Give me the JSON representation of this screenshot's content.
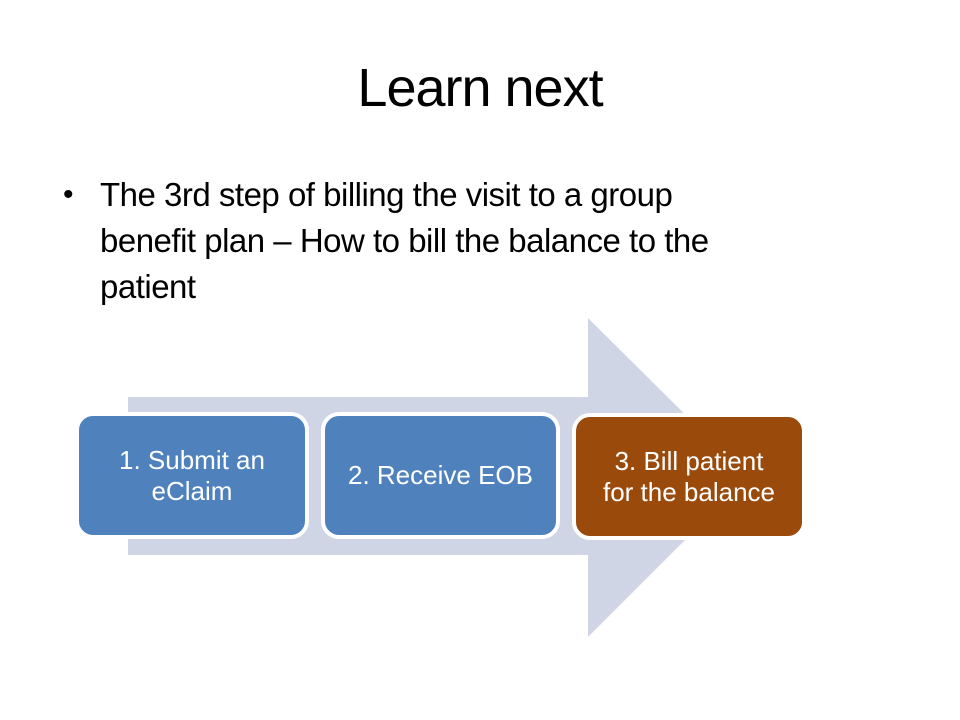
{
  "slide": {
    "background_color": "#FFFFFF",
    "title": "Learn next",
    "bullet": {
      "marker": "•",
      "text": "The 3rd step of billing the visit to a group benefit plan – How to bill the balance to the patient",
      "lines": [
        "The 3rd step of billing the visit to a group",
        "benefit plan – How to bill the balance to the",
        "patient"
      ]
    },
    "diagram": {
      "type": "process-arrow",
      "arrow_color": "#CFD5E4",
      "steps": [
        {
          "label": "1. Submit an eClaim",
          "lines": [
            "1. Submit an",
            "eClaim"
          ],
          "fill": "#4F81BD",
          "text_color": "#FFFFFF"
        },
        {
          "label": "2. Receive EOB",
          "lines": [
            "2. Receive EOB"
          ],
          "fill": "#4F81BD",
          "text_color": "#FFFFFF"
        },
        {
          "label": "3. Bill patient for the balance",
          "lines": [
            "3. Bill patient",
            "for the balance"
          ],
          "fill": "#9A4A0B",
          "text_color": "#FFFFFF"
        }
      ]
    }
  }
}
